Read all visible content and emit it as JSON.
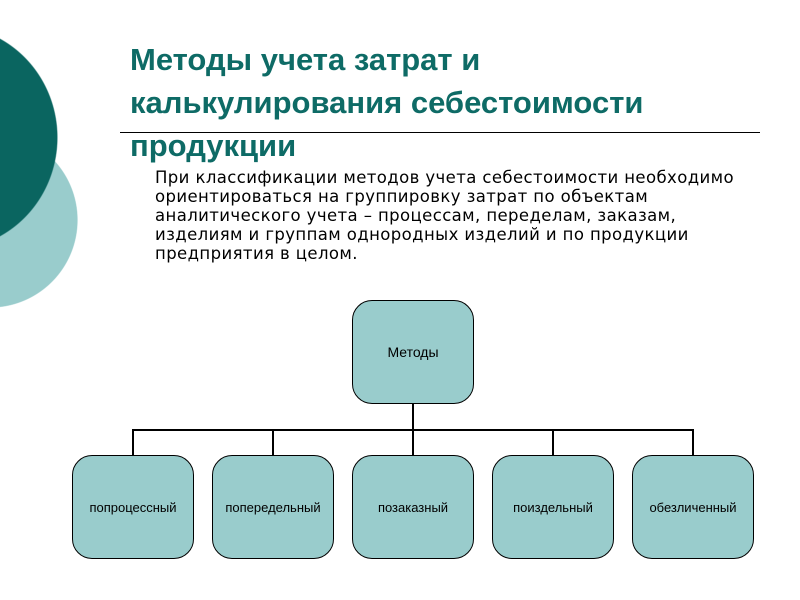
{
  "title": "Методы учета затрат и калькулирования себестоимости продукции",
  "body": "При классификации методов учета себестоимости необходимо ориентироваться на группировку затрат по объектам аналитического учета – процессам, переделам, заказам, изделиям и группам однородных изделий и по продукции предприятия в целом.",
  "diagram": {
    "root": "Методы",
    "children": [
      "попроцессный",
      "попередельный",
      "позаказный",
      "поиздельный",
      "обезличенный"
    ]
  },
  "colors": {
    "dark": "#0a6560",
    "light": "#99cccc",
    "title": "#0e6b66"
  }
}
